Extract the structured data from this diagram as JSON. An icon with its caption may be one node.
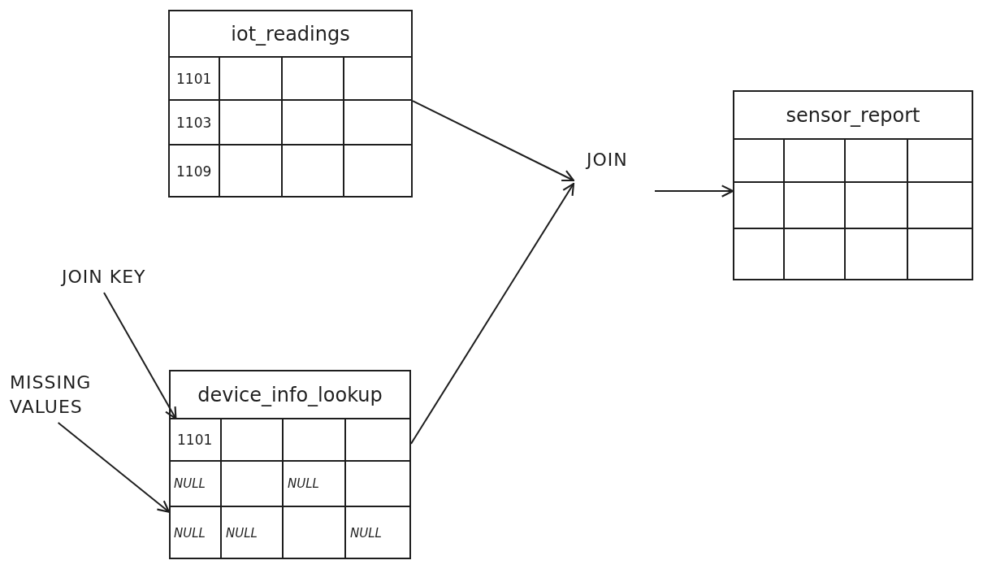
{
  "diagram": {
    "nodes": [
      {
        "text": [
          "iot_readings"
        ]
      },
      {
        "text": [
          "1101"
        ],
        "in": 0
      },
      {
        "text": [
          "1103"
        ],
        "in": 0
      },
      {
        "text": [
          "1109"
        ],
        "in": 0
      },
      {
        "text": [
          "JOIN"
        ]
      },
      {
        "text": [
          "sensor_report"
        ]
      },
      {
        "text": [
          "JOIN KEY"
        ]
      },
      {
        "text": [
          "MISSING VALUES"
        ]
      },
      {
        "text": [
          "device_info_lookup"
        ]
      },
      {
        "text": [
          "1101"
        ],
        "in": 8
      },
      {
        "text": [
          "NULL"
        ],
        "in": 8
      },
      {
        "text": [
          "NULL"
        ],
        "in": 8
      },
      {
        "text": [
          "NULL"
        ],
        "in": 8
      },
      {
        "text": [
          "NULL"
        ],
        "in": 8
      },
      {
        "text": [
          "NULL"
        ],
        "in": 8
      }
    ],
    "edges": [
      {
        "from": 0,
        "to": 4,
        "arrow": "to"
      },
      {
        "from": 8,
        "to": 4,
        "arrow": "to"
      },
      {
        "from": 4,
        "to": 5,
        "arrow": "to"
      },
      {
        "from": 6,
        "to": 9,
        "arrow": "to"
      },
      {
        "from": 7,
        "to": 8,
        "arrow": "to"
      }
    ]
  }
}
